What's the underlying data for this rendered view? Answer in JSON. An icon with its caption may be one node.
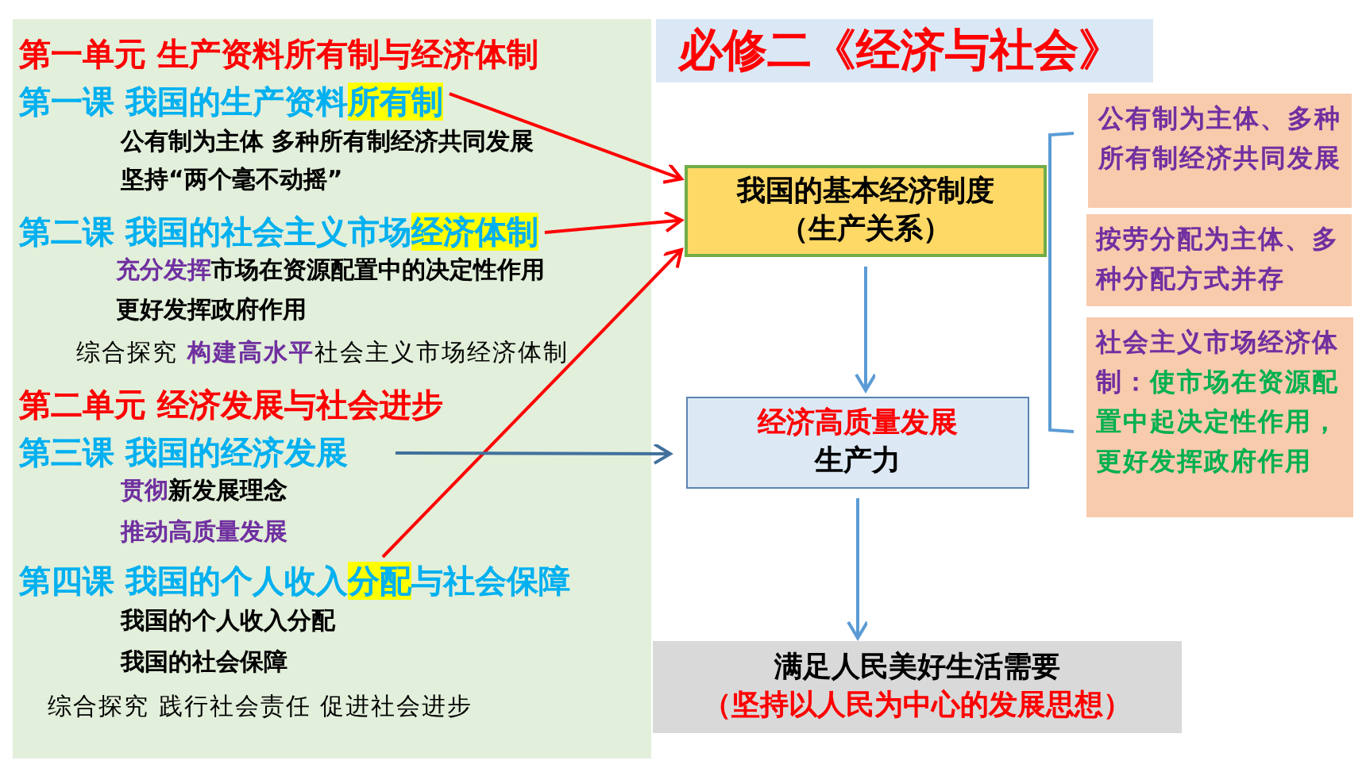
{
  "diagram": {
    "nodes": [
      {
        "text": [
          "第一单元 生产资料所有制与经济体制",
          "公有制为主体 多种所有制经济共同发展",
          "坚持“两个毫不动摇”",
          "**充分发挥**市场在资源配置中的决定性作用",
          "更好发挥政府作用",
          "综合探究 **构建高水平**社会主义市场经济体制",
          "第二单元 经济发展与社会进步",
          "**贯彻**新发展理念",
          "推动高质量发展",
          "我国的个人收入分配",
          "我国的社会保障",
          "综合探究 践行社会责任 促进社会进步"
        ]
      },
      {
        "text": [
          "第一课 我国的生产资料**所有制**"
        ],
        "in": 0
      },
      {
        "text": [
          "第二课 我国的社会主义市场**经济体制**"
        ],
        "in": 0
      },
      {
        "text": [
          "第三课 我国的经济发展"
        ],
        "in": 0
      },
      {
        "text": [
          "第四课 我国的个人收入**分配**与社会保障"
        ],
        "in": 0
      },
      {
        "text": [
          "必修二《经济与社会》"
        ]
      },
      {
        "text": [
          "我国的基本经济制度",
          "（生产关系）"
        ]
      },
      {
        "text": [
          "经济高质量发展",
          "生产力"
        ]
      },
      {
        "text": [
          "满足人民美好生活需要",
          "（坚持以人民为中心的发展思想）"
        ]
      },
      {
        "text": [
          "公有制为主体、多种所有制经济共同发展"
        ]
      },
      {
        "text": [
          "按劳分配为主体、多种分配方式并存"
        ]
      },
      {
        "text": [
          "**社会主义市场经济体制：**使市场在资源配置中起决定性作用，更好发挥政府作用"
        ]
      }
    ],
    "edges": [
      {
        "from": 1,
        "to": 6,
        "arrow": "to",
        "color": "#ff0000"
      },
      {
        "from": 2,
        "to": 6,
        "arrow": "to",
        "color": "#ff0000"
      },
      {
        "from": 4,
        "to": 6,
        "arrow": "to",
        "color": "#ff0000"
      },
      {
        "from": 3,
        "to": 7,
        "arrow": "to",
        "color": "#41719c"
      },
      {
        "from": 6,
        "to": 7,
        "arrow": "to",
        "color": "#5b9bd5"
      },
      {
        "from": 7,
        "to": 8,
        "arrow": "to",
        "color": "#5b9bd5"
      }
    ]
  }
}
